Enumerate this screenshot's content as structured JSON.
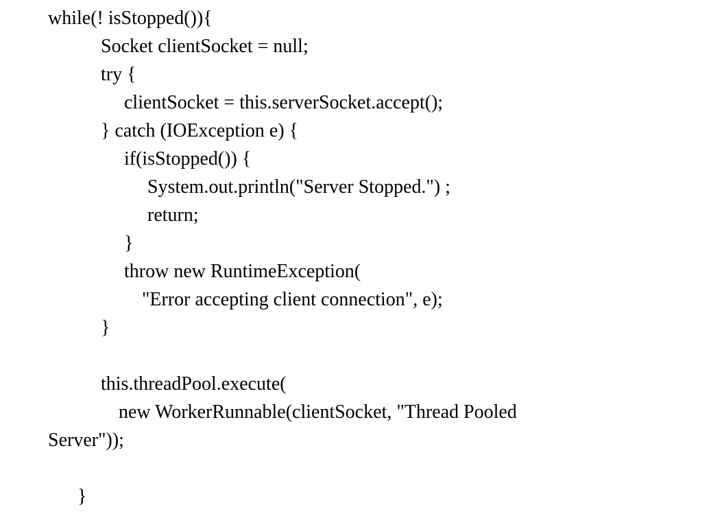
{
  "code": {
    "lines": [
      "while(! isStopped()){",
      "Socket clientSocket = null;",
      "try {",
      "clientSocket = this.serverSocket.accept();",
      "} catch (IOException e) {",
      "if(isStopped()) {",
      "System.out.println(\"Server Stopped.\") ;",
      "return;",
      "}",
      "throw new RuntimeException(",
      "\"Error accepting client connection\", e);",
      "}",
      "this.threadPool.execute(",
      "new WorkerRunnable(clientSocket, \"Thread Pooled",
      "Server\"));",
      "}"
    ]
  }
}
